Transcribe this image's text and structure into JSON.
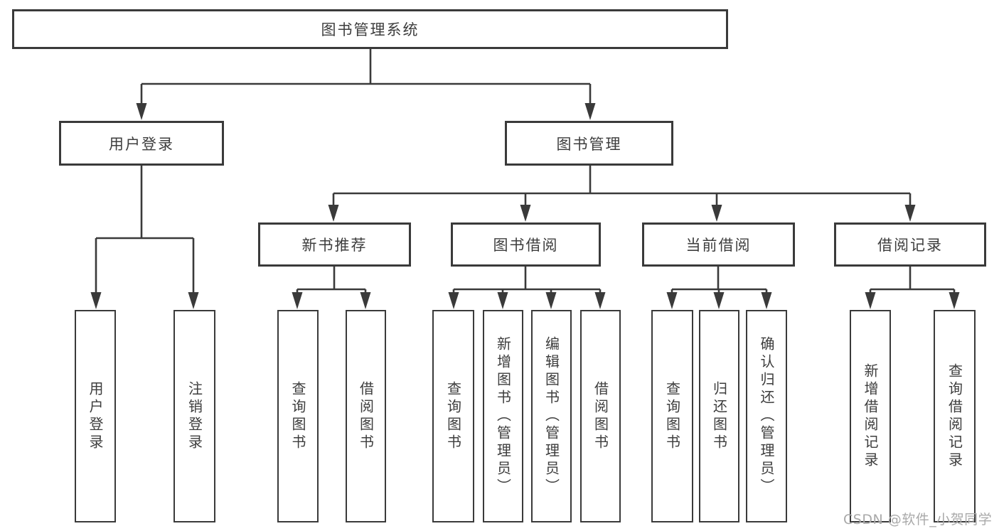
{
  "tree": {
    "root": {
      "label": "图书管理系统",
      "children": [
        {
          "label": "用户登录",
          "children": [
            {
              "label": "用户登录"
            },
            {
              "label": "注销登录"
            }
          ]
        },
        {
          "label": "图书管理",
          "children": [
            {
              "label": "新书推荐",
              "children": [
                {
                  "label": "查询图书"
                },
                {
                  "label": "借阅图书"
                }
              ]
            },
            {
              "label": "图书借阅",
              "children": [
                {
                  "label": "查询图书"
                },
                {
                  "label": "新增图书（管理员）"
                },
                {
                  "label": "编辑图书（管理员）"
                },
                {
                  "label": "借阅图书"
                }
              ]
            },
            {
              "label": "当前借阅",
              "children": [
                {
                  "label": "查询图书"
                },
                {
                  "label": "归还图书"
                },
                {
                  "label": "确认归还（管理员）"
                }
              ]
            },
            {
              "label": "借阅记录",
              "children": [
                {
                  "label": "新增借阅记录"
                },
                {
                  "label": "查询借阅记录"
                }
              ]
            }
          ]
        }
      ]
    }
  },
  "watermark": {
    "text": "CSDN @软件_小贺同学"
  },
  "colors": {
    "line": "#3a3a3a",
    "text": "#3d3d3d",
    "watermark_text": "#a9a9a9",
    "background": "#ffffff"
  }
}
